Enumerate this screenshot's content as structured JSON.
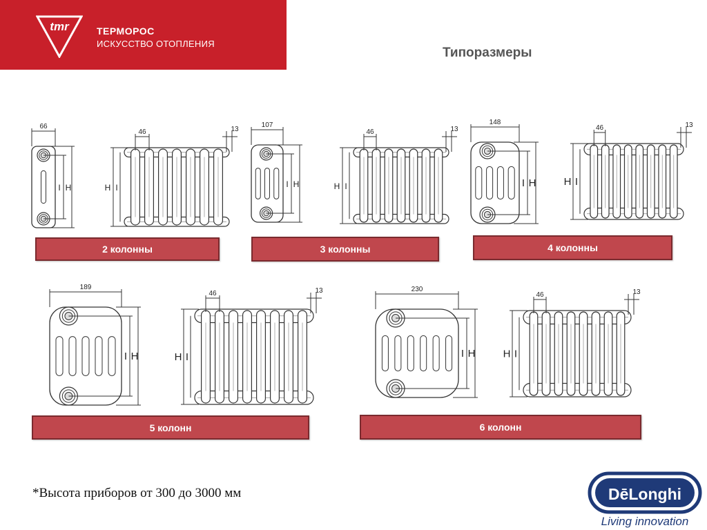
{
  "header": {
    "brand_name": "ТЕРМОРОС",
    "brand_tagline": "ИСКУССТВО ОТОПЛЕНИЯ",
    "logo_letters": "tmr",
    "band_color": "#c8202a"
  },
  "page": {
    "title": "Типоразмеры"
  },
  "sizes": [
    {
      "label": "2 колонны",
      "depth": "66",
      "pitch": "46",
      "gap": "13",
      "dim_I": "I",
      "dim_H": "H"
    },
    {
      "label": "3 колонны",
      "depth": "107",
      "pitch": "46",
      "gap": "13",
      "dim_I": "I",
      "dim_H": "H"
    },
    {
      "label": "4 колонны",
      "depth": "148",
      "pitch": "46",
      "gap": "13",
      "dim_I": "I",
      "dim_H": "H"
    },
    {
      "label": "5 колонн",
      "depth": "189",
      "pitch": "46",
      "gap": "13",
      "dim_I": "I",
      "dim_H": "H"
    },
    {
      "label": "6 колонн",
      "depth": "230",
      "pitch": "46",
      "gap": "13",
      "dim_I": "I",
      "dim_H": "H"
    }
  ],
  "footnote": "*Высота приборов от 300 до 3000 мм",
  "partner": {
    "name": "DēLonghi",
    "slogan": "Living innovation",
    "color": "#1f3a78"
  },
  "icons": [
    "tmr-logo-icon",
    "delonghi-logo-icon"
  ]
}
